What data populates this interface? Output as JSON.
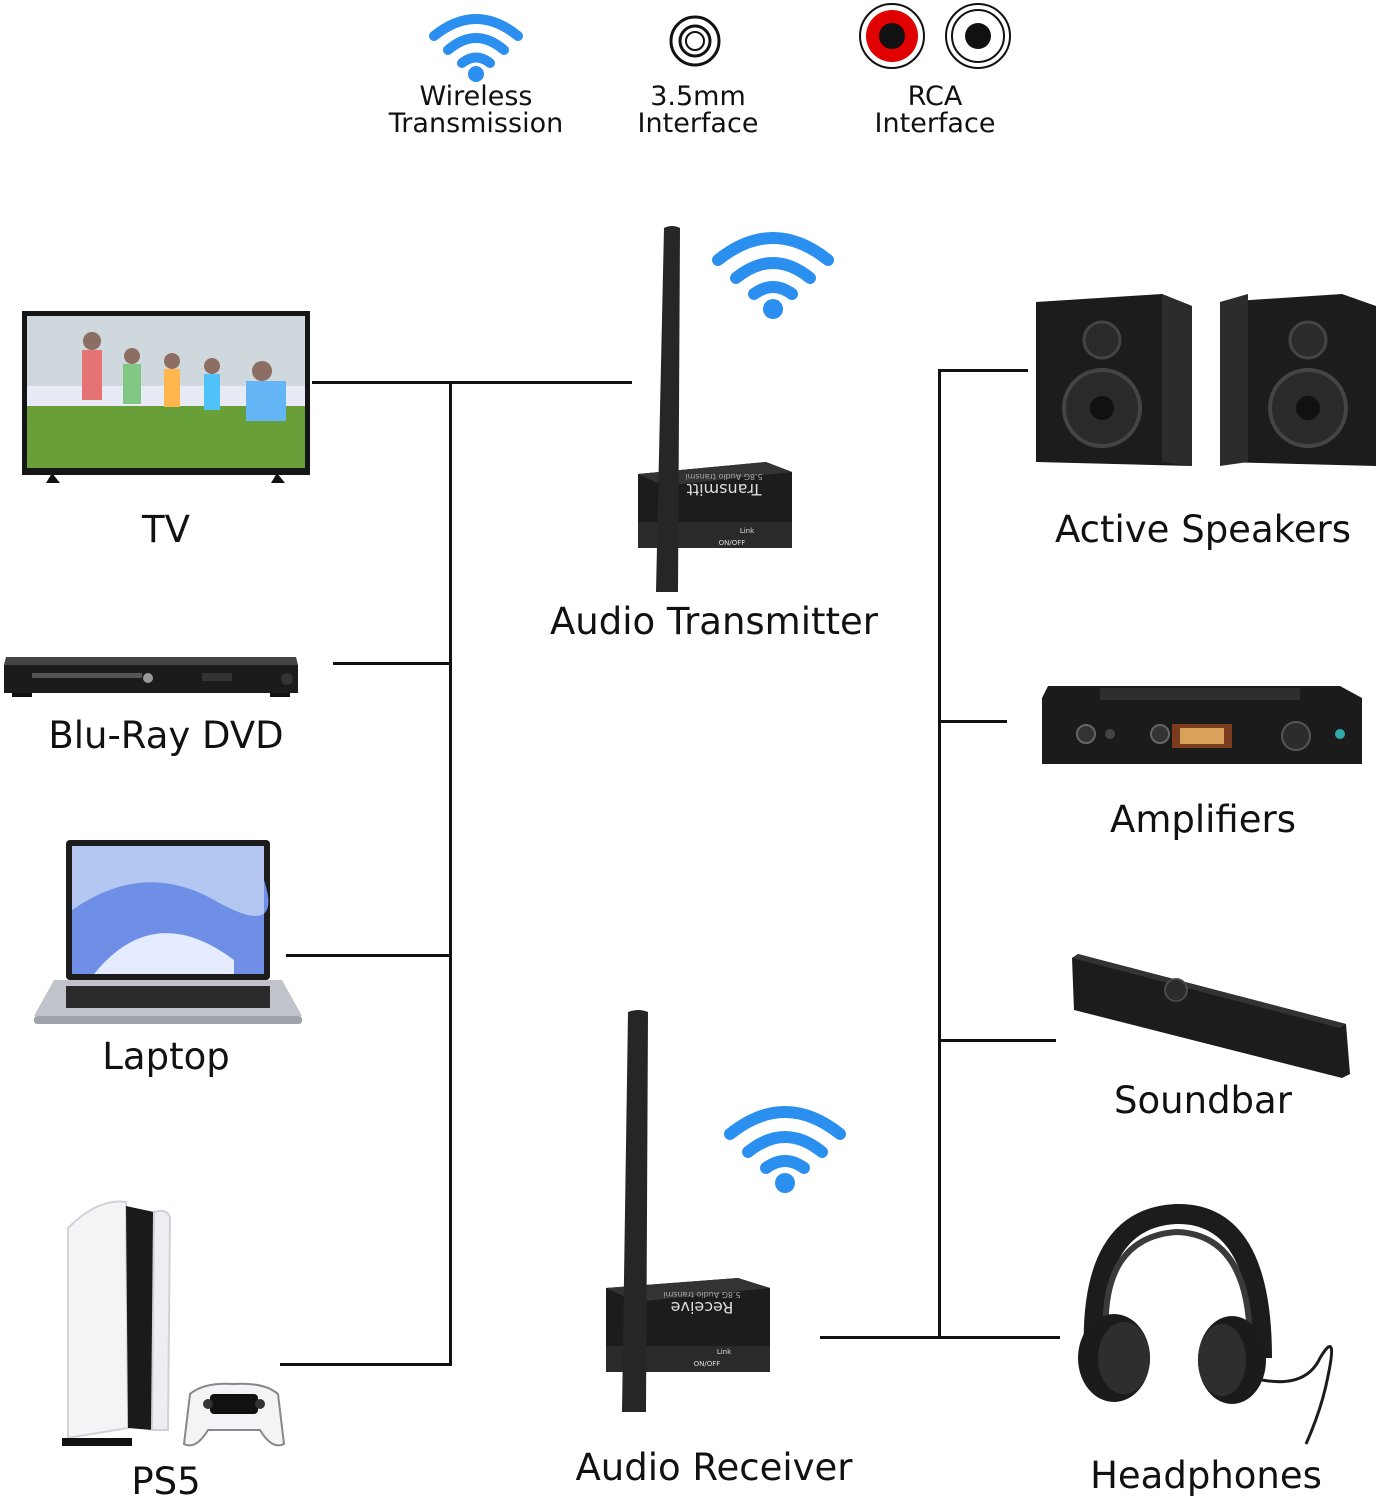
{
  "legend": {
    "wireless": {
      "line1": "Wireless",
      "line2": "Transmission"
    },
    "jack": {
      "line1": "3.5mm",
      "line2": "Interface"
    },
    "rca": {
      "line1": "RCA",
      "line2": "Interface"
    }
  },
  "sources": [
    {
      "label": "TV"
    },
    {
      "label": "Blu-Ray DVD"
    },
    {
      "label": "Laptop"
    },
    {
      "label": "PS5"
    }
  ],
  "center": {
    "transmitter": {
      "label": "Audio Transmitter",
      "device_text": "Transmitt",
      "sub_text": "5.8G Audio transmi",
      "link": "Link",
      "onoff": "ON/OFF"
    },
    "receiver": {
      "label": "Audio Receiver",
      "device_text": "Receive",
      "sub_text": "5.8G Audio transmi",
      "link": "Link",
      "onoff": "ON/OFF"
    }
  },
  "outputs": [
    {
      "label": "Active Speakers"
    },
    {
      "label": "Amplifiers"
    },
    {
      "label": "Soundbar"
    },
    {
      "label": "Headphones"
    }
  ],
  "colors": {
    "wifi": "#2b8ff0",
    "line": "#111111",
    "rca_red": "#e00000",
    "device": "#1c1c1c"
  }
}
